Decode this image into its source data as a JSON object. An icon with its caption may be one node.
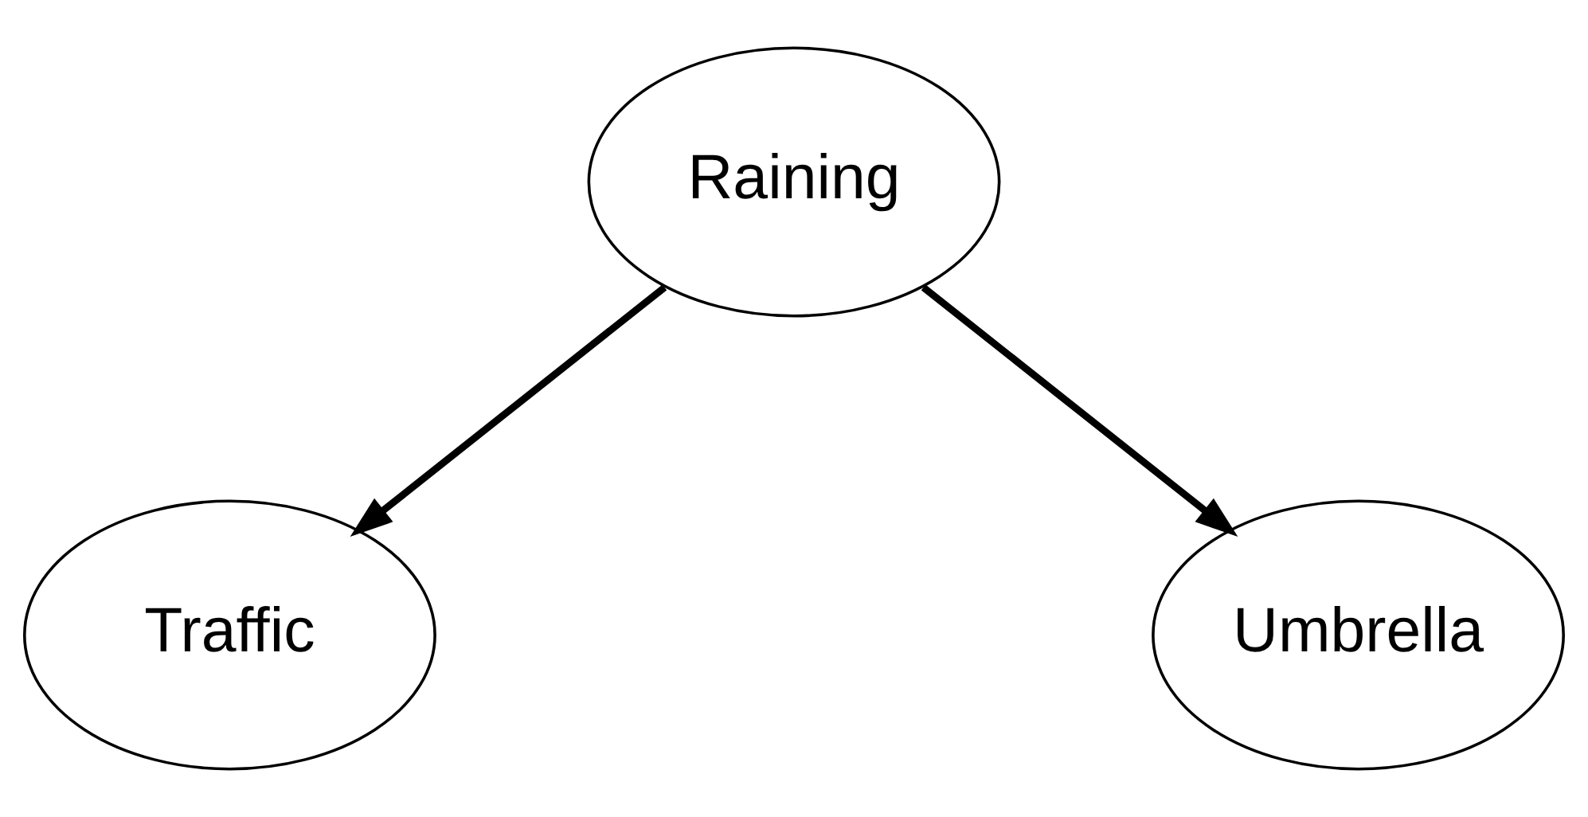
{
  "diagram": {
    "nodes": [
      {
        "text": [
          "Raining"
        ]
      },
      {
        "text": [
          "Traffic"
        ]
      },
      {
        "text": [
          "Umbrella"
        ]
      }
    ],
    "edges": [
      {
        "from": 0,
        "to": 1,
        "arrow": "to"
      },
      {
        "from": 0,
        "to": 2,
        "arrow": "to"
      }
    ]
  }
}
